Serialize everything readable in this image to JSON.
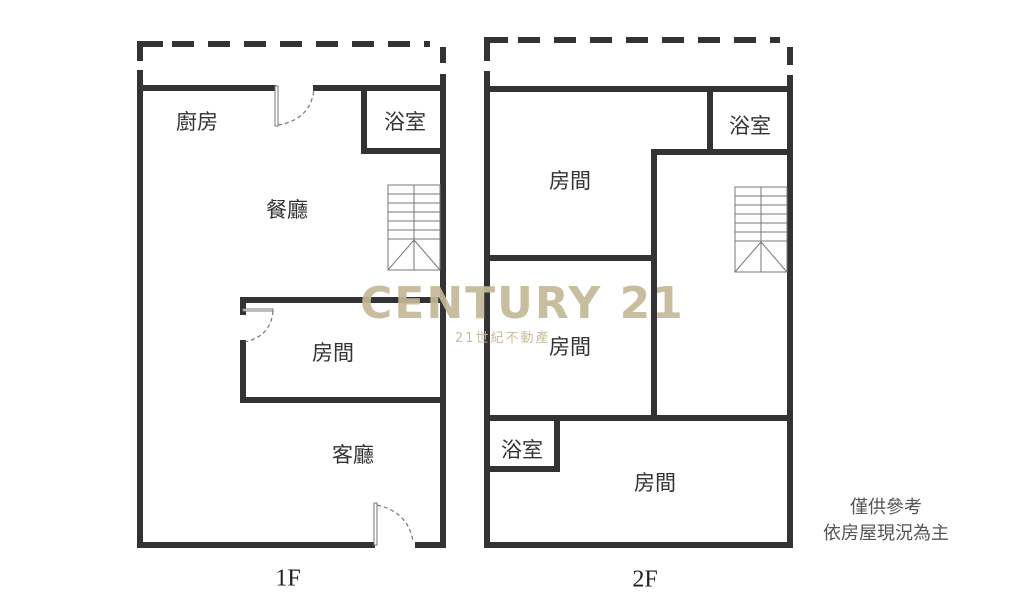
{
  "floors": [
    {
      "id": "1F",
      "label": "1F",
      "rooms": [
        {
          "name": "廚房"
        },
        {
          "name": "浴室"
        },
        {
          "name": "餐廳"
        },
        {
          "name": "房間"
        },
        {
          "name": "客廳"
        }
      ]
    },
    {
      "id": "2F",
      "label": "2F",
      "rooms": [
        {
          "name": "浴室"
        },
        {
          "name": "房間"
        },
        {
          "name": "房間"
        },
        {
          "name": "浴室"
        },
        {
          "name": "房間"
        }
      ]
    }
  ],
  "watermark": {
    "brand": "CENTURY 21",
    "subtitle": "21世紀不動產",
    "color": "#c4b896"
  },
  "note": {
    "line1": "僅供參考",
    "line2": "依房屋現況為主"
  },
  "colors": {
    "wall": "#333333",
    "background": "#ffffff"
  }
}
